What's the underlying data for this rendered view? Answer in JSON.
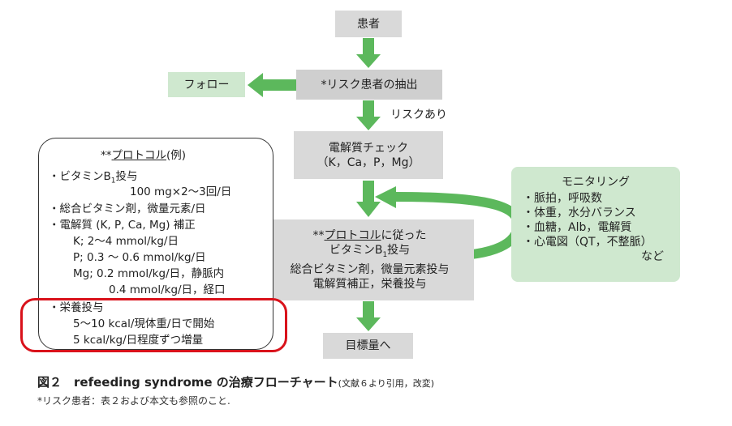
{
  "nodes": {
    "patient": "患者",
    "extract": "*リスク患者の抽出",
    "follow": "フォロー",
    "risk_label": "リスクあり",
    "electrolyte_line1": "電解質チェック",
    "electrolyte_line2": "（K，Ca，P，Mg）",
    "protocol_step_line1a": "**",
    "protocol_step_line1b": "プロトコル",
    "protocol_step_line1c": "に従った",
    "protocol_step_line2": "ビタミンB",
    "protocol_step_line2_sub": "1",
    "protocol_step_line2_end": "投与",
    "protocol_step_line3": "総合ビタミン剤，微量元素投与",
    "protocol_step_line4": "電解質補正，栄養投与",
    "target": "目標量へ"
  },
  "monitoring": {
    "title": "モニタリング",
    "items": [
      "・脈拍，呼吸数",
      "・体重，水分バランス",
      "・血糖，Alb，電解質",
      "・心電図（QT，不整脈）"
    ],
    "etc": "など"
  },
  "protocol_box": {
    "title_prefix": "**",
    "title_main": "プロトコル",
    "title_suffix": "(例)",
    "vitb_a": "・ビタミンB",
    "vitb_sub": "1",
    "vitb_b": "投与",
    "vitb_dose": "100 mg×2～3回/日",
    "multivit": "・総合ビタミン剤，微量元素/日",
    "electrolyte_title": "・電解質 (K, P, Ca, Mg) 補正",
    "k": "K; 2～4 mmol/kg/日",
    "p": "P; 0.3 ～ 0.6 mmol/kg/日",
    "mg1": "Mg; 0.2 mmol/kg/日，静脈内",
    "mg2": "0.4 mmol/kg/日，経口",
    "nutrition_title": "・栄養投与",
    "nutrition1": "5～10 kcal/現体重/日で開始",
    "nutrition2": "5 kcal/kg/日程度ずつ増量"
  },
  "caption": {
    "main": "図２　refeeding syndrome の治療フローチャート",
    "source": "(文献６より引用，改変)",
    "note": "*リスク患者：表２および本文も参照のこと."
  },
  "colors": {
    "arrow": "#5cb85c",
    "node": "#d9d9d9",
    "monitor": "#cfe8cf",
    "highlight": "#d9121b"
  }
}
